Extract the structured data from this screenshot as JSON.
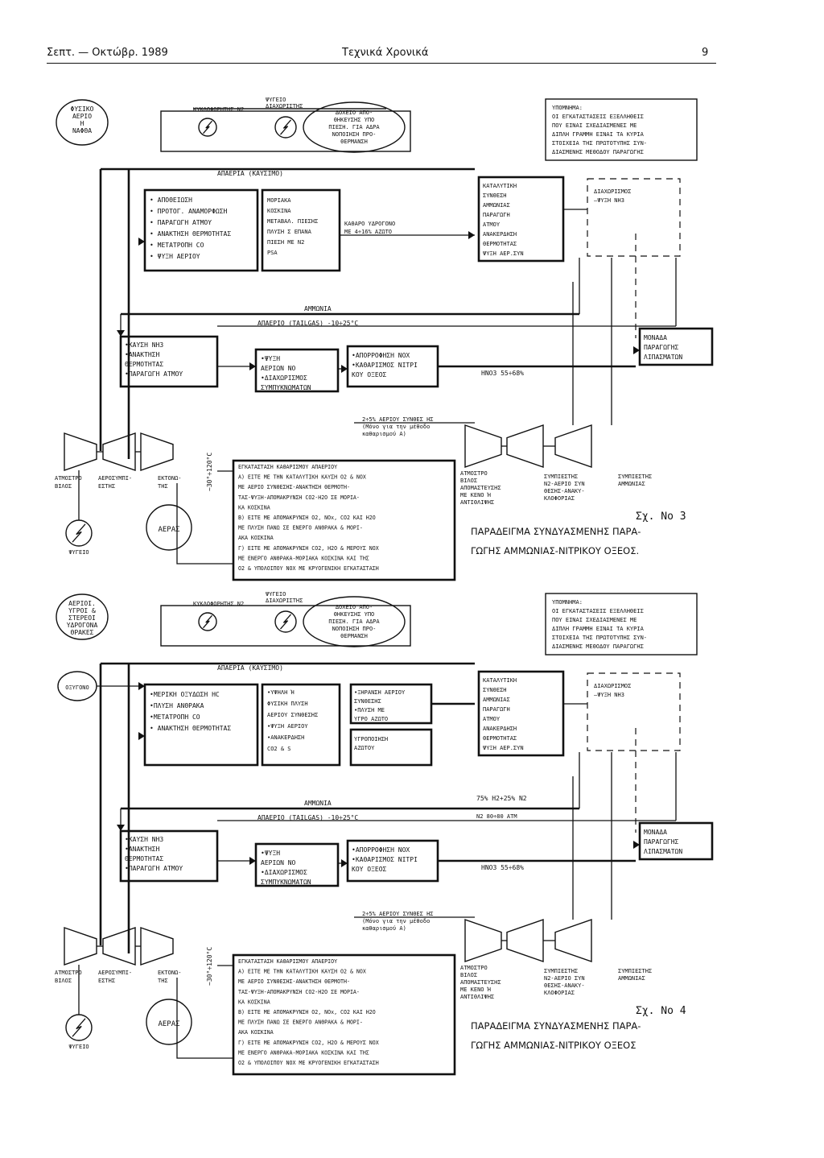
{
  "header": {
    "left": "Σεπτ. — Οκτώβρ. 1989",
    "center": "Τεχνικά Χρονικά",
    "page_number": "9"
  },
  "fig3": {
    "source_bubble": [
      "ΦΥΣΙΚΟ",
      "ΑΕΡΙΟ",
      "Η",
      "ΝΑΦΘΑ"
    ],
    "compressor_label": "ΚΥΚΛΟΦΟΡΗΤΗΣ N2",
    "cooler_label": [
      "ΨΥΓΕΙΟ",
      "ΔΙΑΧΩΡΙΣΤΗΣ"
    ],
    "tank_bubble": [
      "ΔΟΧΕΙΟ ΑΠΟ-",
      "ΘΗΚΕΥΣΗΣ ΥΠΟ",
      "ΠΙΕΣΗ. ΓΙΑ ΑΔΡΑ",
      "ΝΟΠΟΙΗΣΗ ΠΡΟ-",
      "ΘΕΡΜΑΝΣΗ"
    ],
    "legend": [
      "ΥΠΟΜΝΗΜΑ:",
      "ΟΙ ΕΓΚΑΤΑΣΤΑΣΕΙΣ ΕΞΕΛΛΗΘΕΙΣ",
      "ΠΟΥ ΕΙΝΑΙ ΣΧΕΔΙΑΣΜΕΝΕΣ ΜΕ",
      "ΔΙΠΛΗ ΓΡΑΜΜΗ ΕΙΝΑΙ ΤΑ ΚΥΡΙΑ",
      "ΣΤΟΙΧΕΙΑ ΤΗΣ ΠΡΩΤΟΤΥΠΗΣ ΣΥΝ-",
      "ΔΙΑΣΜΕΝΗΣ ΜΕΘΟΔΟΥ ΠΑΡΑΓΩΓΗΣ"
    ],
    "exhaust_label": "ΑΠΑΕΡΙΑ (ΚΑΥΣΙΜΟ)",
    "process_box": [
      "• ΑΠΟΘΕΙΩΣΗ",
      "• ΠΡΟΤΟΓ. ΑΝΑΜΟΡΦΩΣΗ",
      "• ΠΑΡΑΓΩΓΗ ΑΤΜΟΥ",
      "• ΑΝΑΚΤΗΣΗ ΘΕΡΜΟΤΗΤΑΣ",
      "• ΜΕΤΑΤΡΟΠΗ CO",
      "• ΨΥΞΗ ΑΕΡΙΟΥ"
    ],
    "psa_box": [
      "ΜΟΡΙΑΚΑ",
      "ΚΟΣΚΙΝΑ",
      "ΜΕΤΑΒΑΛ. ΠΙΕΣΗΣ",
      "ΠΛΥΣΗ Σ ΕΠΑΝΑ",
      "ΠΙΕΣΗ ΜΕ N2",
      "PSA"
    ],
    "pure_h2": [
      "ΚΑΘΑΡΟ ΥΔΡΟΓΟΝΟ",
      "ΜΕ 4÷16% ΑΖΩΤΟ"
    ],
    "synthesis_box": [
      "ΚΑΤΑΛΥΤΙΚΗ",
      "ΣΥΝΘΕΣΗ",
      "ΑΜΜΩΝΙΑΣ",
      "ΠΑΡΑΓΩΓΗ",
      "ΑΤΜΟΥ",
      "ΑΝΑΚΕΡΔΗΣΗ",
      "ΘΕΡΜΟΤΗΤΑΣ",
      "ΨΥΞΗ ΑΕΡ.ΣΥΝ"
    ],
    "separation_box": [
      "ΔΙΑΧΩΡΙΣΜΟΣ",
      "—ΨΥΞΗ NH3"
    ],
    "ammonia_label": "ΑΜΜΩΝΙΑ",
    "tailgas_label": "ΑΠΑΕΡΙΟ (TAILGAS) -10÷25°C",
    "burn_box": [
      "•ΚΑΥΣΗ NH3",
      "•ΑΝΑΚΤΗΣΗ",
      "ΘΕΡΜΟΤΗΤΑΣ",
      "•ΠΑΡΑΓΩΓΗ ΑΤΜΟΥ"
    ],
    "cool_box": [
      "•ΨΥΞΗ",
      "ΑΕΡΙΩΝ NO",
      "•ΔΙΑΧΩΡΙΣΜΟΣ",
      "ΣΥΜΠΥΚΝΩΜΑΤΩΝ"
    ],
    "absorb_box": [
      "•ΑΠΟΡΡΟΦΗΣΗ NOX",
      "•ΚΑΘΑΡΙΣΜΟΣ ΝΙΤΡΙ",
      "ΚΟΥ ΟΞΕΟΣ"
    ],
    "hno3_label": "HNO3 55÷68%",
    "fert_box": [
      "ΜΟΝΑΔΑ",
      "ΠΑΡΑΓΩΓΗΣ",
      "ΛΙΠΑΣΜΑΤΩΝ"
    ],
    "synthgas_label": [
      "2÷5% ΑΕΡΙΟΥ ΣΥΝΘΕΣ ΗΣ",
      "(Μόνο για την μέθοδο",
      "καθαρισμού Α)"
    ],
    "temp_label": "~30°÷120°C",
    "cleanup_box": [
      "ΕΓΚΑΤΑΣΤΑΣΗ ΚΑΘΑΡΙΣΜΟΥ ΑΠΑΕΡΙΟΥ",
      "Α) ΕΙΤΕ ΜΕ ΤΗΝ ΚΑΤΑΛΥΤΙΚΗ ΚΑΥΣΗ O2 & NOX",
      "ΜΕ ΑΕΡΙΟ ΣΥΝΘΕΣΗΣ-ΑΝΑΚΤΗΣΗ ΘΕΡΜΟΤΗ-",
      "ΤΑΣ-ΨΥΞΗ-ΑΠΟΜΑΚΡΥΝΣΗ CO2-H2O ΣΕ ΜΟΡΙΑ-",
      "ΚΑ ΚΟΣΚΙΝΑ",
      "Β) ΕΙΤΕ ΜΕ ΑΠΟΜΑΚΡΥΝΣΗ O2, NOx, CO2 ΚΑΙ H2O",
      "ΜΕ ΠΛΥΣΗ ΠΑΝΩ ΣΕ ΕΝΕΡΓΟ ΑΝΘΡΑΚΑ & ΜΟΡΙ-",
      "ΑΚΑ ΚΟΣΚΙΝΑ",
      "Γ) ΕΙΤΕ ΜΕ ΑΠΟΜΑΚΡΥΝΣΗ CO2, H2O & ΜΕΡΟΥΣ NOX",
      "ΜΕ ΕΝΕΡΓΟ ΑΝΘΡΑΚΑ-ΜΟΡΙΑΚΑ ΚΟΣΚΙΝΑ ΚΑΙ ΤΗΣ",
      "O2 & ΥΠΟΛΟΙΠΟΥ NOX ΜΕ ΚΡΥΟΓΕΝΙΚΗ ΕΓΚΑΤΑΣΤΑΣΗ"
    ],
    "steam_label": [
      "ΑΤΜΟΣΤΡΟ",
      "ΒΙΛΟΣ"
    ],
    "compressor2": [
      "ΑΕΡΟΣΥΜΠΙ-",
      "ΕΣΤΗΣ"
    ],
    "expander": [
      "ΕΚΤΟΝΩ-",
      "ΤΗΣ"
    ],
    "air_label": "ΑΕΡΑΣ",
    "cooler2": "ΨΥΓΕΙΟ",
    "steam2": [
      "ΑΤΜΟΣΤΡΟ",
      "ΒΙΛΟΣ",
      "ΑΠΟΜΑΣΤΕΥΣΗΣ",
      "ΜΕ ΚΕΝΟ Ή",
      "ΑΝΤΙΘΛΙΨΗΣ"
    ],
    "synthcomp": [
      "ΣΥΜΠΙΕΣΤΗΣ",
      "N2-ΑΕΡΙΟ ΣΥΝ",
      "ΘΕΣΗΣ-ΑΝΑΚΥ-",
      "ΚΛΟΦΟΡΙΑΣ"
    ],
    "ammcomp": [
      "ΣΥΜΠΙΕΣΤΗΣ",
      "ΑΜΜΩΝΙΑΣ"
    ],
    "fig_no": "Σχ. Νο 3",
    "caption": [
      "ΠΑΡΑΔΕΙΓΜΑ ΣΥΝΔΥΑΣΜΕΝΗΣ ΠΑΡΑ-",
      "ΓΩΓΗΣ ΑΜΜΩΝΙΑΣ-ΝΙΤΡΙΚΟΥ ΟΞΕΟΣ."
    ]
  },
  "fig4": {
    "source_bubble": [
      "ΑΕΡΙΟΙ.",
      "ΥΓΡΟΙ &",
      "ΣΤΕΡΕΟΙ",
      "ΥΔΡΟΓΟΝΑ",
      "ΘΡΑΚΕΣ"
    ],
    "oxygen_bubble": "ΟΞΥΓΟΝΟ",
    "compressor_label": "ΚΥΚΛΟΦΟΡΗΤΗΣ N2",
    "cooler_label": [
      "ΨΥΓΕΙΟ",
      "ΔΙΑΧΩΡΙΣΤΗΣ"
    ],
    "tank_bubble": [
      "ΔΟΧΕΙΟ ΑΠΟ-",
      "ΘΗΚΕΥΣΗΣ ΥΠΟ",
      "ΠΙΕΣΗ. ΓΙΑ ΑΔΡΑ",
      "ΝΟΠΟΙΗΣΗ ΠΡΟ-",
      "ΘΕΡΜΑΝΣΗ"
    ],
    "legend": [
      "ΥΠΟΜΝΗΜΑ:",
      "ΟΙ ΕΓΚΑΤΑΣΤΑΣΕΙΣ ΕΞΕΛΛΗΘΕΙΣ",
      "ΠΟΥ ΕΙΝΑΙ ΣΧΕΔΙΑΣΜΕΝΕΣ ΜΕ",
      "ΔΙΠΛΗ ΓΡΑΜΜΗ ΕΙΝΑΙ ΤΑ ΚΥΡΙΑ",
      "ΣΤΟΙΧΕΙΑ ΤΗΣ ΠΡΩΤΟΤΥΠΗΣ ΣΥΝ-",
      "ΔΙΑΣΜΕΝΗΣ ΜΕΘΟΔΟΥ ΠΑΡΑΓΩΓΗΣ"
    ],
    "exhaust_label": "ΑΠΑΕΡΙΑ (ΚΑΥΣΙΜΟ)",
    "process_box": [
      "•ΜΕΡΙΚΗ ΟΞΥΔΩΣΗ HC",
      "•ΠΛΥΣΗ ΑΝΘΡΑΚΑ",
      "•ΜΕΤΑΤΡΟΠΗ CO",
      "• ΑΝΑΚΤΗΣΗ ΘΕΡΜΟΤΗΤΑΣ"
    ],
    "wash_box": [
      "•ΥΨΗΛΗ Ή",
      "ΦΥΣΙΚΗ ΠΛΥΣΗ",
      "ΑΕΡΙΟΥ ΣΥΝΘΕΣΗΣ",
      "•ΨΥΞΗ ΑΕΡΙΟΥ",
      "•ΑΝΑΚΕΡΔΗΣΗ",
      "CO2 & S"
    ],
    "dry_box": [
      "•ΞΗΡΑΝΣΗ ΑΕΡΙΟΥ",
      "ΣΥΝΘΕΣΗΣ",
      "•ΠΛΥΣΗ ΜΕ",
      "ΥΓΡΟ ΑΖΩΤΟ"
    ],
    "liq_box": [
      "ΥΓΡΟΠΟΙΗΣΗ",
      "ΑΖΩΤΟΥ"
    ],
    "h2n2_label": "75% H2+25% N2",
    "pressure_label": "N2 80÷80 ATM",
    "synthesis_box": [
      "ΚΑΤΑΛΥΤΙΚΗ",
      "ΣΥΝΘΕΣΗ",
      "ΑΜΜΩΝΙΑΣ",
      "ΠΑΡΑΓΩΓΗ",
      "ΑΤΜΟΥ",
      "ΑΝΑΚΕΡΔΗΣΗ",
      "ΘΕΡΜΟΤΗΤΑΣ",
      "ΨΥΞΗ ΑΕΡ.ΣΥΝ"
    ],
    "separation_box": [
      "ΔΙΑΧΩΡΙΣΜΟΣ",
      "—ΨΥΞΗ NH3"
    ],
    "ammonia_label": "ΑΜΜΩΝΙΑ",
    "tailgas_label": "ΑΠΑΕΡΙΟ (TAILGAS) -10÷25°C",
    "burn_box": [
      "•ΚΑΥΣΗ NH3",
      "•ΑΝΑΚΤΗΣΗ",
      "ΘΕΡΜΟΤΗΤΑΣ",
      "•ΠΑΡΑΓΩΓΗ ΑΤΜΟΥ"
    ],
    "cool_box": [
      "•ΨΥΞΗ",
      "ΑΕΡΙΩΝ NO",
      "•ΔΙΑΧΩΡΙΣΜΟΣ",
      "ΣΥΜΠΥΚΝΩΜΑΤΩΝ"
    ],
    "absorb_box": [
      "•ΑΠΟΡΡΟΦΗΣΗ NOX",
      "•ΚΑΘΑΡΙΣΜΟΣ ΝΙΤΡΙ",
      "ΚΟΥ ΟΞΕΟΣ"
    ],
    "hno3_label": "HNO3 55÷68%",
    "fert_box": [
      "ΜΟΝΑΔΑ",
      "ΠΑΡΑΓΩΓΗΣ",
      "ΛΙΠΑΣΜΑΤΩΝ"
    ],
    "synthgas_label": [
      "2÷5% ΑΕΡΙΟΥ ΣΥΝΘΕΣ ΗΣ",
      "(Μόνο για την μέθοδο",
      "καθαρισμού Α)"
    ],
    "temp_label": "~30°÷120°C",
    "cleanup_box": [
      "ΕΓΚΑΤΑΣΤΑΣΗ ΚΑΘΑΡΙΣΜΟΥ ΑΠΑΕΡΙΟΥ",
      "Α) ΕΙΤΕ ΜΕ ΤΗΝ ΚΑΤΑΛΥΤΙΚΗ ΚΑΥΣΗ O2 & NOX",
      "ΜΕ ΑΕΡΙΟ ΣΥΝΘΕΣΗΣ-ΑΝΑΚΤΗΣΗ ΘΕΡΜΟΤΗ-",
      "ΤΑΣ-ΨΥΞΗ-ΑΠΟΜΑΚΡΥΝΣΗ CO2-H2O ΣΕ ΜΟΡΙΑ-",
      "ΚΑ ΚΟΣΚΙΝΑ",
      "Β) ΕΙΤΕ ΜΕ ΑΠΟΜΑΚΡΥΝΣΗ O2, NOx, CO2 ΚΑΙ H2O",
      "ΜΕ ΠΛΥΣΗ ΠΑΝΩ ΣΕ ΕΝΕΡΓΟ ΑΝΘΡΑΚΑ & ΜΟΡΙ-",
      "ΑΚΑ ΚΟΣΚΙΝΑ",
      "Γ) ΕΙΤΕ ΜΕ ΑΠΟΜΑΚΡΥΝΣΗ CO2, H2O & ΜΕΡΟΥΣ NOX",
      "ΜΕ ΕΝΕΡΓΟ ΑΝΘΡΑΚΑ-ΜΟΡΙΑΚΑ ΚΟΣΚΙΝΑ ΚΑΙ ΤΗΣ",
      "O2 & ΥΠΟΛΟΙΠΟΥ NOX ΜΕ ΚΡΥΟΓΕΝΙΚΗ ΕΓΚΑΤΑΣΤΑΣΗ"
    ],
    "steam_label": [
      "ΑΤΜΟΣΤΡΟ",
      "ΒΙΛΟΣ"
    ],
    "compressor2": [
      "ΑΕΡΟΣΥΜΠΙ-",
      "ΕΣΤΗΣ"
    ],
    "expander": [
      "ΕΚΤΟΝΩ-",
      "ΤΗΣ"
    ],
    "air_label": "ΑΕΡΑΣ",
    "cooler2": "ΨΥΓΕΙΟ",
    "steam2": [
      "ΑΤΜΟΣΤΡΟ",
      "ΒΙΛΟΣ",
      "ΑΠΟΜΑΣΤΕΥΣΗΣ",
      "ΜΕ ΚΕΝΟ Ή",
      "ΑΝΤΙΘΛΙΨΗΣ"
    ],
    "synthcomp": [
      "ΣΥΜΠΙΕΣΤΗΣ",
      "N2-ΑΕΡΙΟ ΣΥΝ",
      "ΘΕΣΗΣ-ΑΝΑΚΥ-",
      "ΚΛΟΦΟΡΙΑΣ"
    ],
    "ammcomp": [
      "ΣΥΜΠΙΕΣΤΗΣ",
      "ΑΜΜΩΝΙΑΣ"
    ],
    "fig_no": "Σχ. Νο 4",
    "caption": [
      "ΠΑΡΑΔΕΙΓΜΑ ΣΥΝΔΥΑΣΜΕΝΗΣ ΠΑΡΑ-",
      "ΓΩΓΗΣ ΑΜΜΩΝΙΑΣ-ΝΙΤΡΙΚΟΥ ΟΞΕΟΣ"
    ]
  }
}
